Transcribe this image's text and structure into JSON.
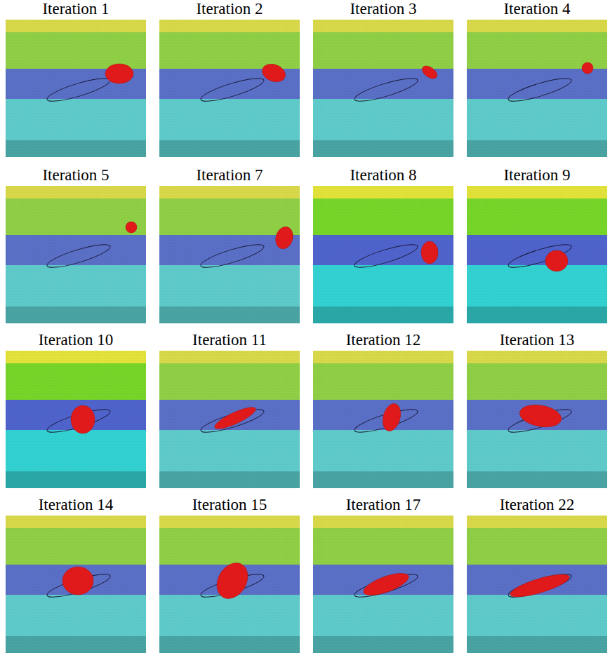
{
  "diagram": {
    "labels": [
      "Iteration 1",
      "Iteration 2",
      "Iteration 3",
      "Iteration 4",
      "Iteration 5",
      "Iteration 7",
      "Iteration 8",
      "Iteration 9",
      "Iteration 10",
      "Iteration 11",
      "Iteration 12",
      "Iteration 13",
      "Iteration 14",
      "Iteration 15",
      "Iteration 17",
      "Iteration 22"
    ]
  }
}
